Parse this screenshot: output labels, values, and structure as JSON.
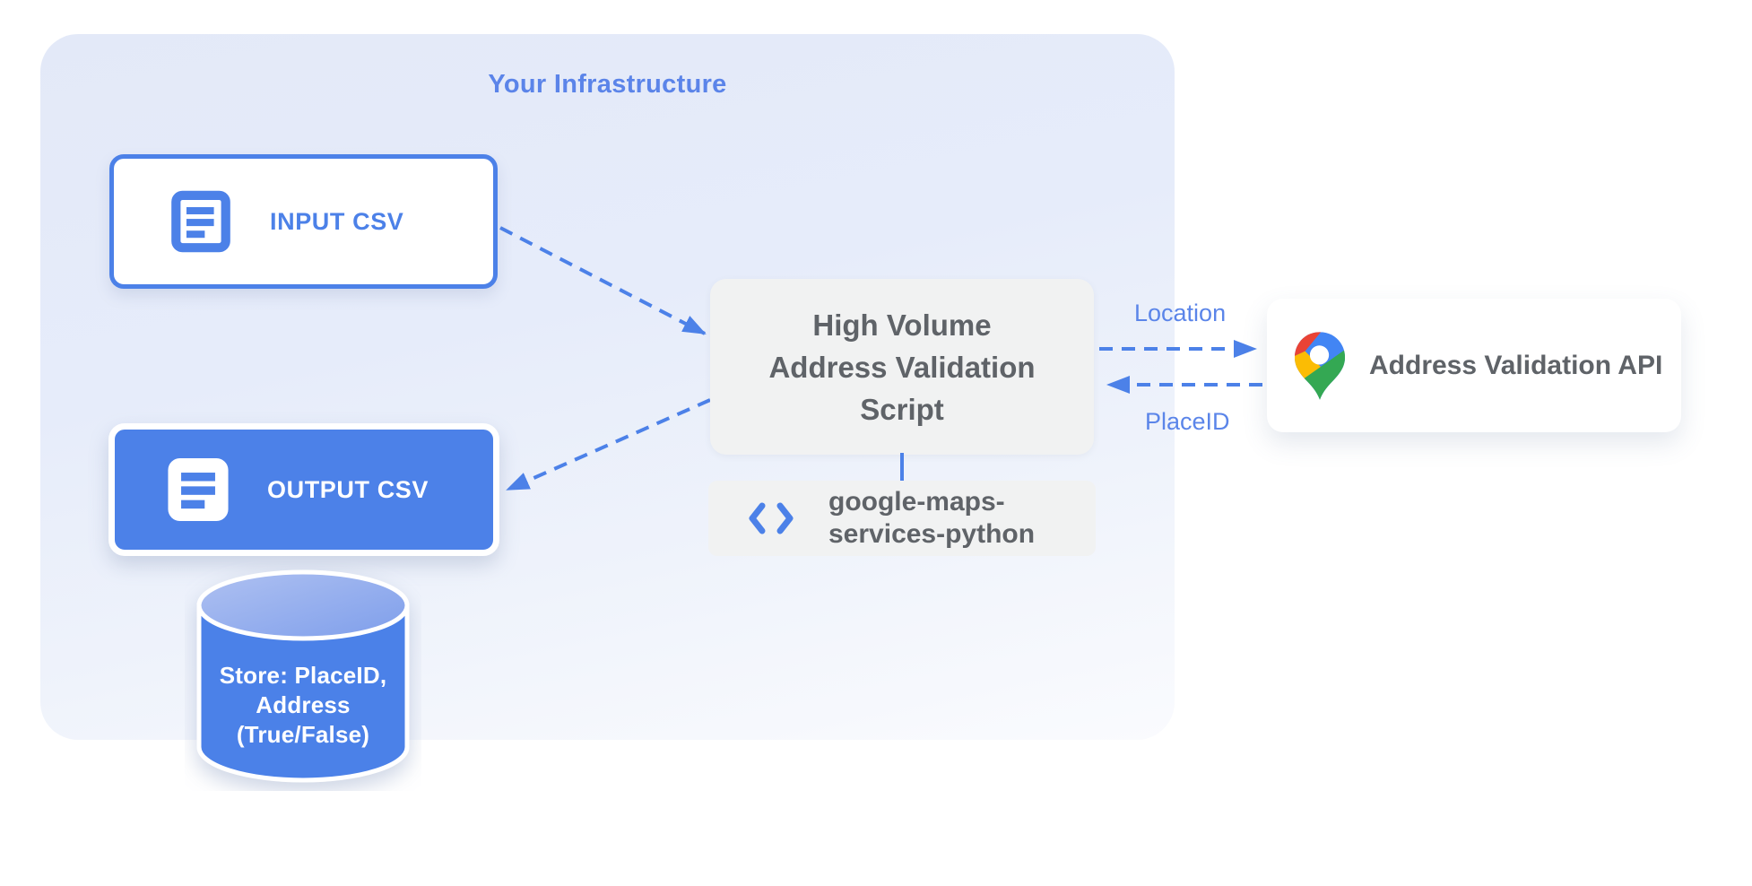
{
  "diagram": {
    "infrastructure": {
      "title": "Your Infrastructure"
    },
    "input_csv": {
      "label": "INPUT CSV"
    },
    "output_csv": {
      "label": "OUTPUT CSV"
    },
    "datastore": {
      "line1": "Store: PlaceID,",
      "line2": "Address",
      "line3": "(True/False)"
    },
    "script": {
      "line1": "High Volume",
      "line2": "Address Validation",
      "line3": "Script"
    },
    "library": {
      "line1": "google-maps-",
      "line2": "services-python"
    },
    "api": {
      "label": "Address Validation API"
    },
    "edges": {
      "to_api_label": "Location",
      "from_api_label": "PlaceID"
    },
    "colors": {
      "accent_blue": "#4C81E8",
      "label_blue": "#5B85E9",
      "text_gray": "#5F6368",
      "panel_lavender": "#E5EAF9",
      "box_gray": "#F1F2F2",
      "cylinder_top_light": "#A9BCF0",
      "pin_blue": "#4285F4",
      "pin_red": "#EA4335",
      "pin_yellow": "#FBBC04",
      "pin_green": "#34A853"
    }
  }
}
